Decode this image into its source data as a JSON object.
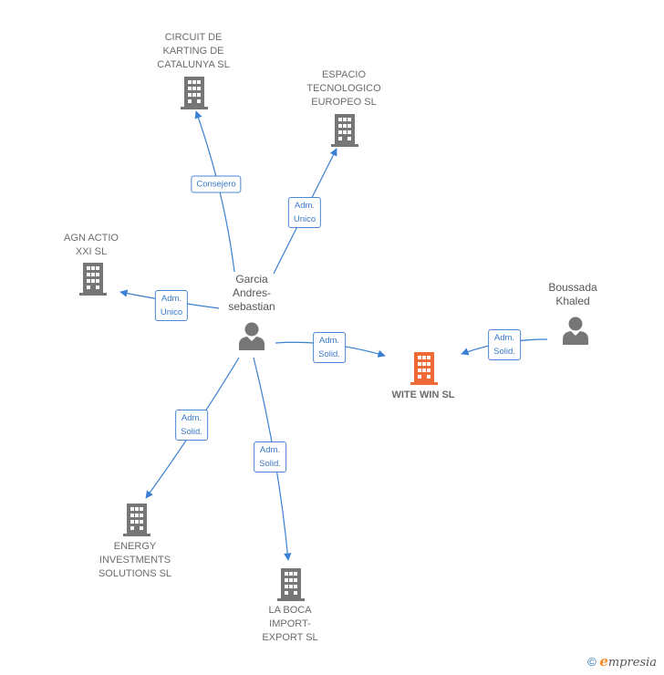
{
  "colors": {
    "edge": "#3a80d2",
    "company_icon": "#767676",
    "main_company_icon": "#f06a35",
    "person_icon": "#767676"
  },
  "nodes": {
    "circuit": {
      "label": "CIRCUIT DE\nKARTING DE\nCATALUNYA SL",
      "icon": "building-icon"
    },
    "espacio": {
      "label": "ESPACIO\nTECNOLOGICO\nEUROPEO  SL",
      "icon": "building-icon"
    },
    "agn": {
      "label": "AGN ACTIO\nXXI  SL",
      "icon": "building-icon"
    },
    "garcia": {
      "label": "Garcia\nAndres-\nsebastian",
      "icon": "person-icon"
    },
    "boussada": {
      "label": "Boussada\nKhaled",
      "icon": "person-icon"
    },
    "wite": {
      "label": "WITE WIN  SL",
      "icon": "building-icon"
    },
    "energy": {
      "label": "ENERGY\nINVESTMENTS\nSOLUTIONS SL",
      "icon": "building-icon"
    },
    "laboca": {
      "label": "LA BOCA\nIMPORT-\nEXPORT  SL",
      "icon": "building-icon"
    }
  },
  "edges": {
    "consejero": "Consejero",
    "adm_unico_espacio": "Adm.\nUnico",
    "adm_unico_agn": "Adm.\nUnico",
    "adm_solid_wite": "Adm.\nSolid.",
    "adm_solid_boussada": "Adm.\nSolid.",
    "adm_solid_energy": "Adm.\nSolid.",
    "adm_solid_laboca": "Adm.\nSolid."
  },
  "footer": {
    "copyright": "©",
    "brand_initial": "e",
    "brand_rest": "mpresia"
  }
}
